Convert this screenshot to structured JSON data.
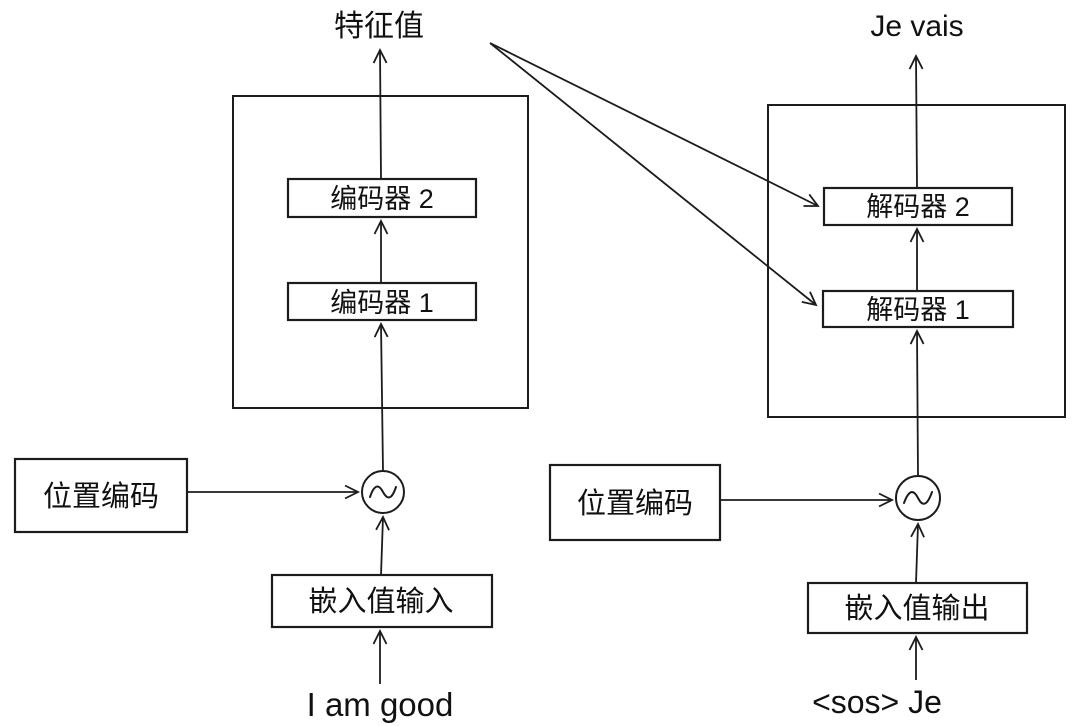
{
  "encoder": {
    "output_label": "特征值",
    "layers": [
      {
        "label": "编码器 2"
      },
      {
        "label": "编码器 1"
      }
    ],
    "positional_encoding_label": "位置编码",
    "embedding_label": "嵌入值输入",
    "input_text": "I am good"
  },
  "decoder": {
    "output_label": "Je vais",
    "layers": [
      {
        "label": "解码器 2"
      },
      {
        "label": "解码器 1"
      }
    ],
    "positional_encoding_label": "位置编码",
    "embedding_label": "嵌入值输出",
    "input_text": "<sos> Je"
  },
  "icons": {
    "combine_node": "sine-wave-circle"
  },
  "colors": {
    "background": "#ffffff",
    "line": "#1c1c1c",
    "text": "#111111"
  }
}
